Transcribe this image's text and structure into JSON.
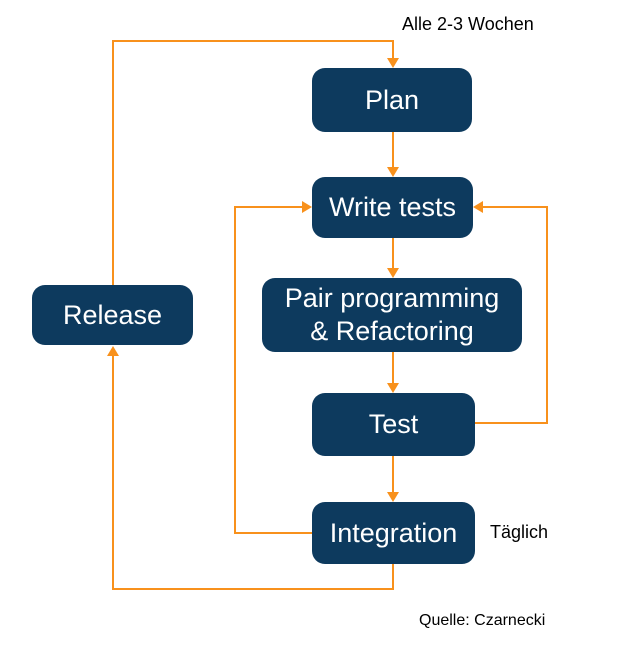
{
  "diagram": {
    "notes": {
      "cycle": "Alle 2-3 Wochen",
      "daily": "Täglich",
      "source": "Quelle: Czarnecki"
    },
    "nodes": {
      "plan": {
        "label": "Plan"
      },
      "write_tests": {
        "label": "Write tests"
      },
      "pair_programming": {
        "line1": "Pair programming",
        "line2": "& Refactoring"
      },
      "test": {
        "label": "Test"
      },
      "integration": {
        "label": "Integration"
      },
      "release": {
        "label": "Release"
      }
    },
    "edges": [
      {
        "from": "release",
        "to": "plan",
        "note": "Alle 2-3 Wochen"
      },
      {
        "from": "plan",
        "to": "write_tests"
      },
      {
        "from": "write_tests",
        "to": "pair_programming"
      },
      {
        "from": "pair_programming",
        "to": "test"
      },
      {
        "from": "test",
        "to": "write_tests"
      },
      {
        "from": "test",
        "to": "integration"
      },
      {
        "from": "integration",
        "to": "write_tests"
      },
      {
        "from": "integration",
        "to": "release",
        "note": "Täglich"
      }
    ],
    "colors": {
      "node_fill": "#0d3a5e",
      "node_text": "#ffffff",
      "arrow": "#f8911c",
      "label_text": "#000000",
      "background": "#ffffff"
    }
  }
}
